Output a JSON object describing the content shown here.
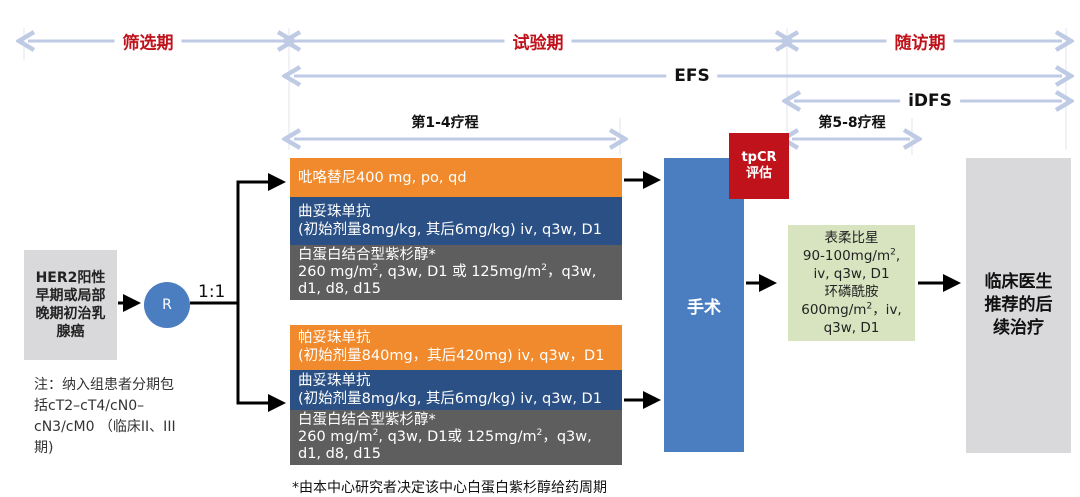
{
  "phases": {
    "screening": "筛选期",
    "trial": "试验期",
    "followup": "随访期",
    "efs": "EFS",
    "idfs": "iDFS",
    "cycles_1_4": "第1-4疗程",
    "cycles_5_8": "第5-8疗程"
  },
  "population": {
    "label": "HER2阳性早期或局部晚期初治乳腺癌",
    "note": "注：纳入组患者分期包括cT2–cT4/cN0–cN3/cM0 （临床II、III期)"
  },
  "randomization": {
    "label": "R",
    "ratio": "1:1"
  },
  "arm1": {
    "drug1": "吡咯替尼400 mg, po, qd",
    "drug2_name": "曲妥珠单抗",
    "drug2_dose": "(初始剂量8mg/kg, 其后6mg/kg) iv, q3w, D1",
    "drug3_name": "白蛋白结合型紫杉醇*",
    "drug3_dose_a": "260 mg/m",
    "drug3_dose_b": ", q3w, D1 或 125mg/m",
    "drug3_dose_c": "，q3w,",
    "drug3_dose_d": "d1, d8, d15"
  },
  "arm2": {
    "drug1_name": "帕妥珠单抗",
    "drug1_dose": "(初始剂量840mg，其后420mg) iv, q3w，D1",
    "drug2_name": "曲妥珠单抗",
    "drug2_dose": "(初始剂量8mg/kg, 其后6mg/kg) iv, q3w, D1",
    "drug3_name": "白蛋白结合型紫杉醇*",
    "drug3_dose_a": "260 mg/m",
    "drug3_dose_b": ", q3w, D1或 125mg/m",
    "drug3_dose_c": "，q3w,",
    "drug3_dose_d": "d1, d8, d15"
  },
  "sup2": "2",
  "surgery": "手术",
  "tpcr": {
    "line1": "tpCR",
    "line2": "评估"
  },
  "adjuvant": {
    "l1": "表柔比星",
    "l2": "90-100mg/m",
    "l2b": ",",
    "l3": "iv, q3w, D1",
    "l4": "环磷酰胺",
    "l5": "600mg/m",
    "l5b": "，iv,",
    "l6": "q3w, D1"
  },
  "final": "临床医生推荐的后续治疗",
  "footnote": "*由本中心研究者决定该中心白蛋白紫杉醇给药周期",
  "colors": {
    "orange": "#f08a2c",
    "navy": "#2a5085",
    "gray": "#5e5e5e",
    "blue": "#4a7ec0",
    "red": "#c0121b",
    "green": "#d8e4c0",
    "light": "#d9d9db"
  }
}
